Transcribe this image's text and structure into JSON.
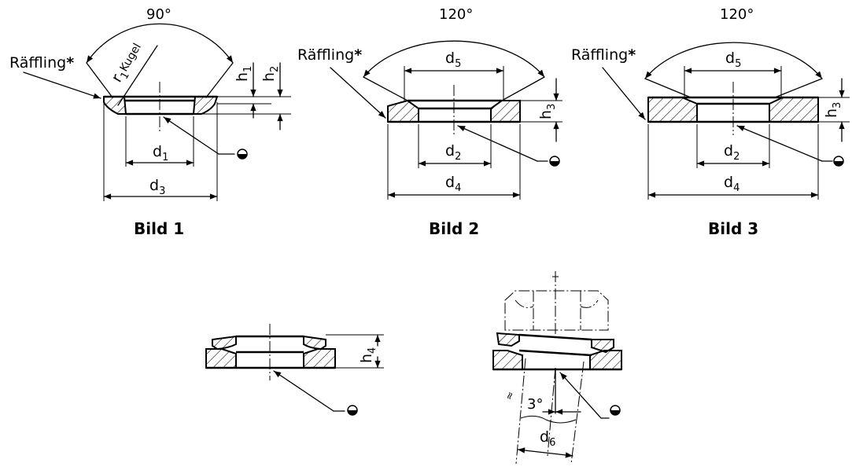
{
  "labels": {
    "raeffling": "Räffling",
    "asterisk": "*",
    "angle_90": "90°",
    "angle_120": "120°",
    "angle_3": "3°",
    "d": "d",
    "h": "h",
    "r": "r",
    "kugel": "Kugel",
    "sub1": "1",
    "sub2": "2",
    "sub3": "3",
    "sub4": "4",
    "sub5": "5",
    "sub6": "6"
  },
  "captions": {
    "bild1": "Bild 1",
    "bild2": "Bild 2",
    "bild3": "Bild 3"
  },
  "colors": {
    "ink": "#000000",
    "background": "#ffffff"
  }
}
